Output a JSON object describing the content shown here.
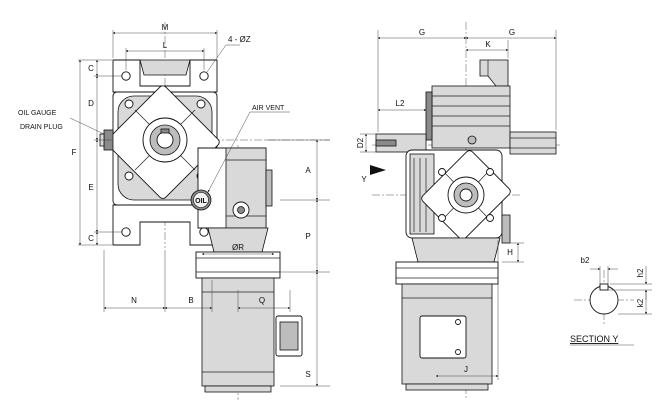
{
  "labels": {
    "M": "M",
    "L": "L",
    "hole_spec": "4 - ØZ",
    "C_top": "C",
    "C_bottom": "C",
    "D": "D",
    "F": "F",
    "E": "E",
    "A": "A",
    "P": "P",
    "oil_gauge": "OIL GAUGE",
    "drain_plug": "DRAIN PLUG",
    "air_vent": "AIR VENT",
    "oil_badge": "OIL",
    "R": "ØR",
    "N": "N",
    "B": "B",
    "Q": "Q",
    "S": "S",
    "G_left": "G",
    "G_right": "G",
    "K": "K",
    "L2": "L2",
    "D2": "D2",
    "Y": "Y",
    "H": "H",
    "J": "J",
    "b2": "b2",
    "h2": "h2",
    "k2": "k2",
    "section": "SECTION  Y"
  },
  "colors": {
    "line": "#222222",
    "fill_light": "#d9d9d9",
    "fill_mid": "#bdbdbd",
    "fill_dark": "#8a8a8a"
  }
}
